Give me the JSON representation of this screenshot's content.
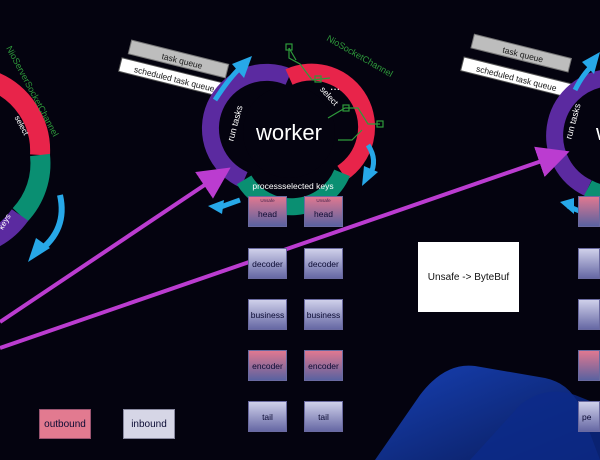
{
  "worker_center": {
    "title": "worker",
    "ring_labels": {
      "run_tasks": "run tasks",
      "select": "select",
      "process_selected_keys": "processselected  keys"
    },
    "channel_label": "NioSocketChannel",
    "dots": "...",
    "task_queue": "task queue",
    "scheduled_task_queue": "scheduled task queue"
  },
  "worker_left_partial": {
    "channel_label": "NioServerSocketChannel",
    "ring_select": "select",
    "ring_keys": "keys"
  },
  "worker_right_partial": {
    "title": "wo",
    "ring_run": "run tasks",
    "task_queue": "task queue",
    "scheduled_task_queue": "scheduled task queue",
    "side_box_last": "pe"
  },
  "pipeline": {
    "head_sublabel": "Unsafe",
    "column_a": [
      "head",
      "decoder",
      "business",
      "encoder",
      "tail"
    ],
    "column_b": [
      "head",
      "decoder",
      "business",
      "encoder",
      "tail"
    ]
  },
  "bottom_left": {
    "outbound": "outbound",
    "inbound": "inbound"
  },
  "note": {
    "text": "Unsafe -> ByteBuf"
  },
  "colors": {
    "background": "#04030f",
    "ring_purple": "#5b2aa0",
    "ring_red": "#e8244a",
    "ring_green": "#0a8f72",
    "arrow_blue": "#27a8e8",
    "arrow_magenta": "#bb3cd0",
    "channel_green": "#2e9a3b"
  }
}
